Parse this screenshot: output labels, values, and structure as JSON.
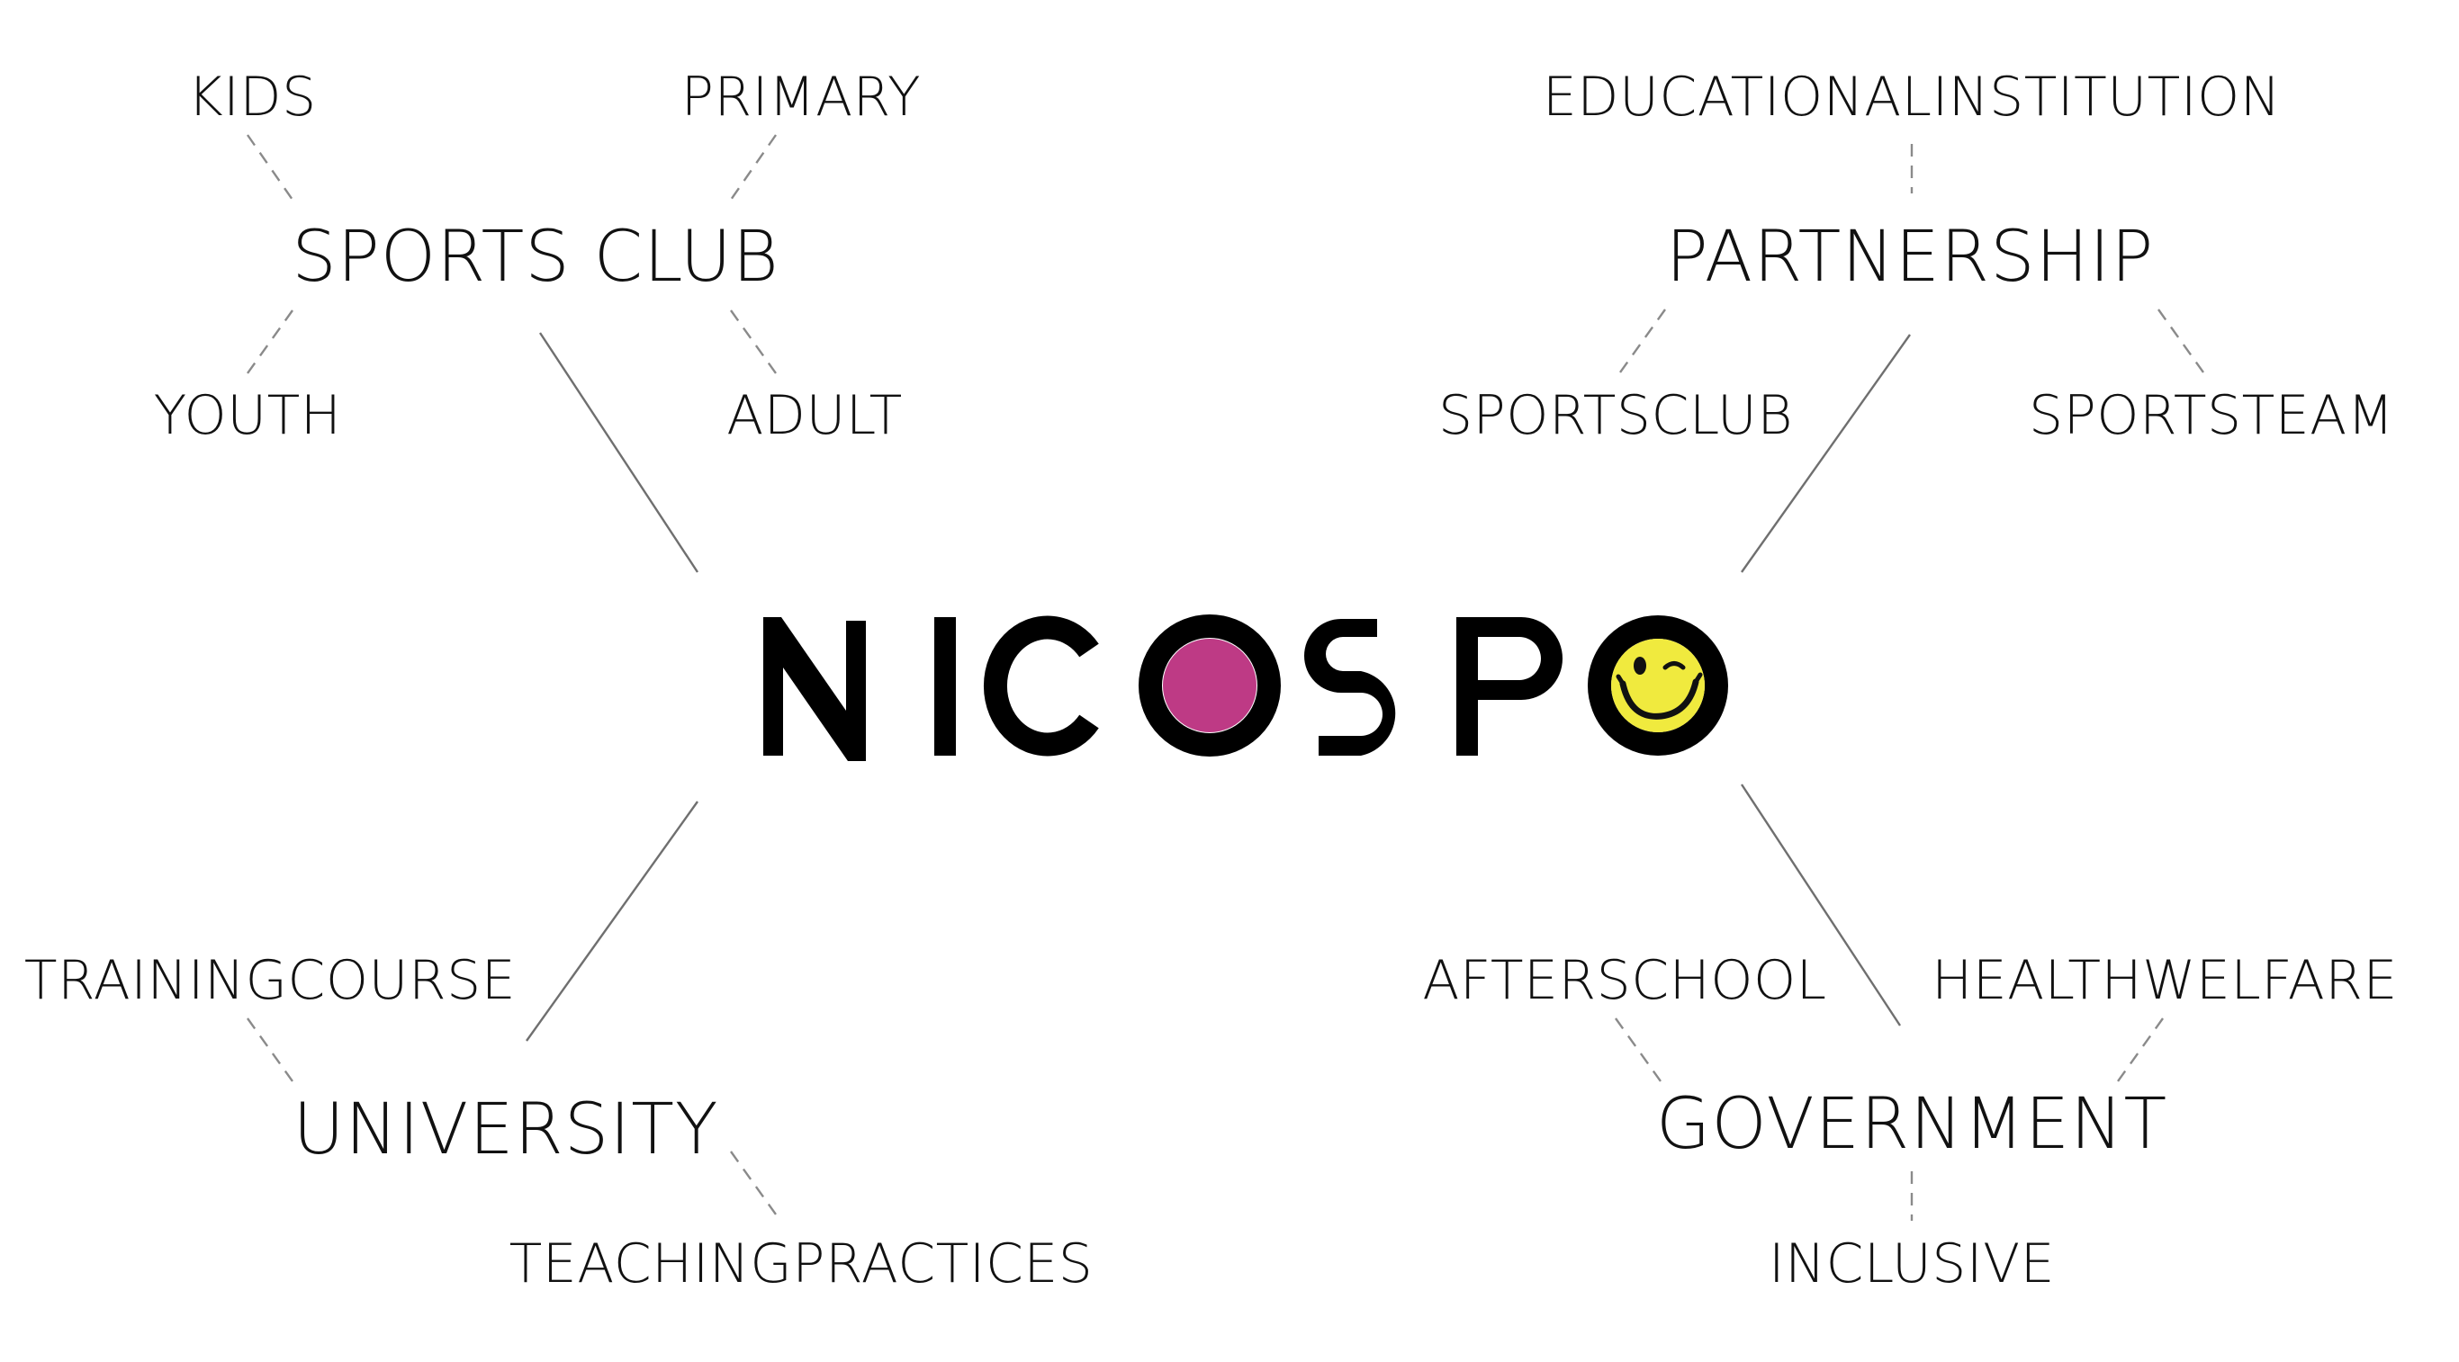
{
  "logo": {
    "text": "NICOSPO",
    "letters": [
      "N",
      "I",
      "C",
      "O",
      "S",
      "P",
      "O"
    ],
    "accent_colors": {
      "dot": "#be3a85",
      "smiley": "#f0ea3e",
      "ink": "#000000"
    },
    "smiley_icon": "winking-smiley-icon"
  },
  "clusters": {
    "sports_club": {
      "hub": "SPORTS CLUB",
      "leaves": [
        "KIDS",
        "PRIMARY",
        "YOUTH",
        "ADULT"
      ]
    },
    "partnership": {
      "hub": "PARTNERSHIP",
      "leaves": [
        "EDUCATIONALINSTITUTION",
        "SPORTSCLUB",
        "SPORTSTEAM"
      ]
    },
    "university": {
      "hub": "UNIVERSITY",
      "leaves": [
        "TRAININGCOURSE",
        "TEACHINGPRACTICES"
      ]
    },
    "government": {
      "hub": "GOVERNMENT",
      "leaves": [
        "AFTERSCHOOL",
        "HEALTHWELFARE",
        "INCLUSIVE"
      ]
    }
  },
  "colors": {
    "text": "#111111",
    "connector": "#6f6f6f",
    "background": "#ffffff"
  }
}
